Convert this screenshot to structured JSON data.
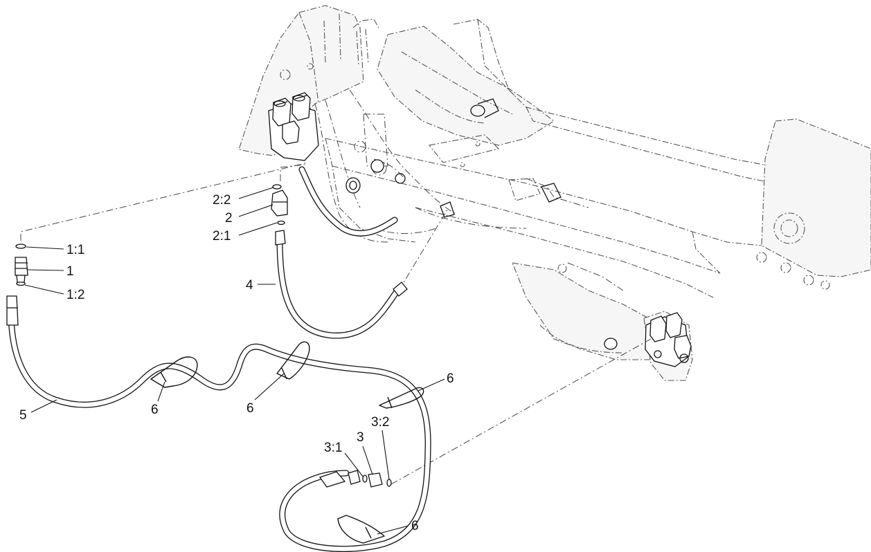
{
  "diagram": {
    "callouts": {
      "c1_1": "1:1",
      "c1": "1",
      "c1_2": "1:2",
      "c2_2": "2:2",
      "c2": "2",
      "c2_1": "2:1",
      "c4": "4",
      "c5": "5",
      "c6a": "6",
      "c6b": "6",
      "c6c": "6",
      "c6d": "6",
      "c3_1": "3:1",
      "c3": "3",
      "c3_2": "3:2"
    }
  }
}
